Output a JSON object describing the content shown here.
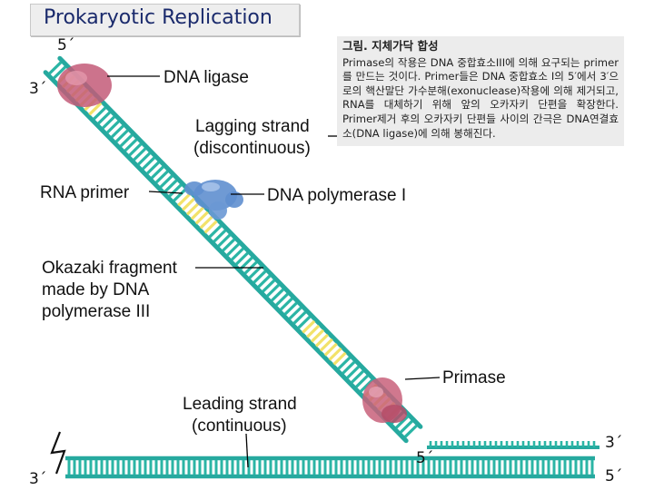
{
  "title": "Prokaryotic Replication",
  "labels": {
    "top_5prime": "5´",
    "top_3prime": "3´",
    "dna_ligase": "DNA ligase",
    "lagging_strand_1": "Lagging strand",
    "lagging_strand_2": "(discontinuous)",
    "rna_primer": "RNA  primer",
    "dna_polymerase_1": "DNA polymerase I",
    "okazaki_1": "Okazaki fragment",
    "okazaki_2": "made by DNA",
    "okazaki_3": "polymerase III",
    "primase": "Primase",
    "leading_1": "Leading strand",
    "leading_2": "(continuous)",
    "bottom_3prime_left": "3´",
    "bottom_5prime_mid": "5´",
    "bottom_3prime_right": "3´",
    "bottom_5prime_right": "5´"
  },
  "caption": {
    "title": "그림. 지체가닥 합성",
    "body": "Primase의 작용은 DNA 중합효소III에 의해 요구되는 primer를 만드는 것이다. Primer들은 DNA 중합효소 I의 5′에서 3′으로의 핵산말단 가수분해(exonuclease)작용에 의해 제거되고, RNA를 대체하기 위해 앞의 오카자키 단편을 확장한다. Primer제거 후의 오카자키 단편들 사이의 간극은 DNA연결효소(DNA ligase)에 의해 봉해진다."
  },
  "colors": {
    "backbone": "#26a99f",
    "rung": "#2bb5a5",
    "rna_primer": "#f2e26a",
    "ligase": "#c35a78",
    "primase": "#c8607a",
    "polymerase": "#5f8fcf",
    "title_text": "#1a2a6c"
  }
}
